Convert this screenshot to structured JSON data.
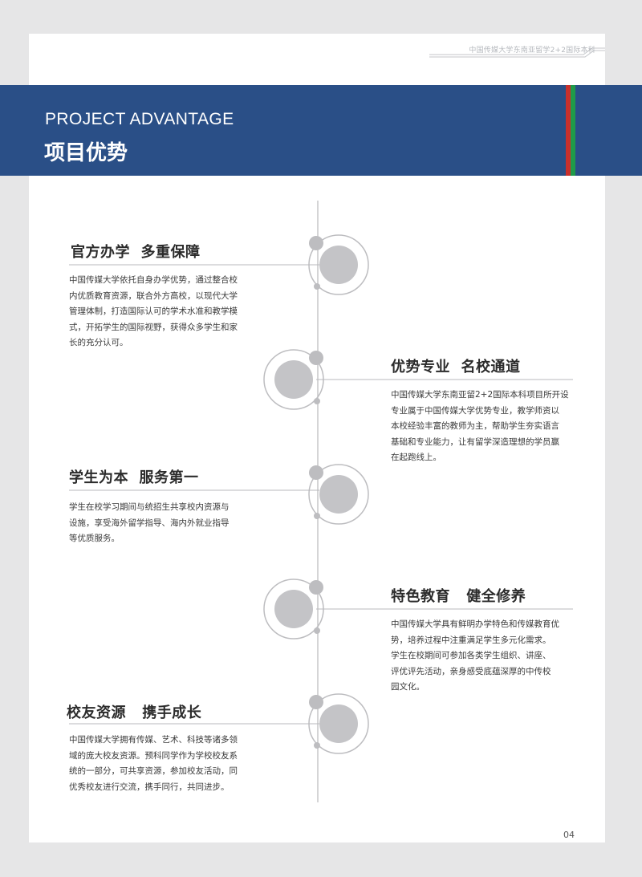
{
  "header": {
    "note": "中国传媒大学东南亚留学2+2国际本科"
  },
  "banner": {
    "title_en": "PROJECT ADVANTAGE",
    "title_cn": "项目优势"
  },
  "sections": [
    {
      "title": "官方办学  多重保障",
      "lines": [
        "中国传媒大学依托自身办学优势，通过整合校",
        "内优质教育资源，联合外方高校，以现代大学",
        "管理体制，打造国际认可的学术水准和教学模",
        "式，开拓学生的国际视野，获得众多学生和家",
        "长的充分认可。"
      ]
    },
    {
      "title": "优势专业  名校通道",
      "lines": [
        "中国传媒大学东南亚留2+2国际本科项目所开设",
        "专业属于中国传媒大学优势专业，教学师资以",
        "本校经验丰富的教师为主，帮助学生夯实语言",
        "基础和专业能力，让有留学深造理想的学员赢",
        "在起跑线上。"
      ]
    },
    {
      "title": "学生为本  服务第一",
      "lines": [
        "学生在校学习期间与统招生共享校内资源与",
        "设施，享受海外留学指导、海内外就业指导",
        "等优质服务。"
      ]
    },
    {
      "title": "特色教育   健全修养",
      "lines": [
        "中国传媒大学具有鲜明办学特色和传媒教育优",
        "势，培养过程中注重满足学生多元化需求。",
        "学生在校期间可参加各类学生组织、讲座、",
        "评优评先活动，亲身感受底蕴深厚的中传校",
        "园文化。"
      ]
    },
    {
      "title": "校友资源   携手成长",
      "lines": [
        "中国传媒大学拥有传媒、艺术、科技等诸多领",
        "域的庞大校友资源。预科同学作为学校校友系",
        "统的一部分，可共享资源，参加校友活动，同",
        "优秀校友进行交流，携手同行，共同进步。"
      ]
    }
  ],
  "page_number": "04",
  "colors": {
    "banner_blue": "#2a4f87",
    "accent_red": "#c9302c",
    "accent_green": "#1f9b49",
    "timeline_gray": "#b9b9bc"
  }
}
